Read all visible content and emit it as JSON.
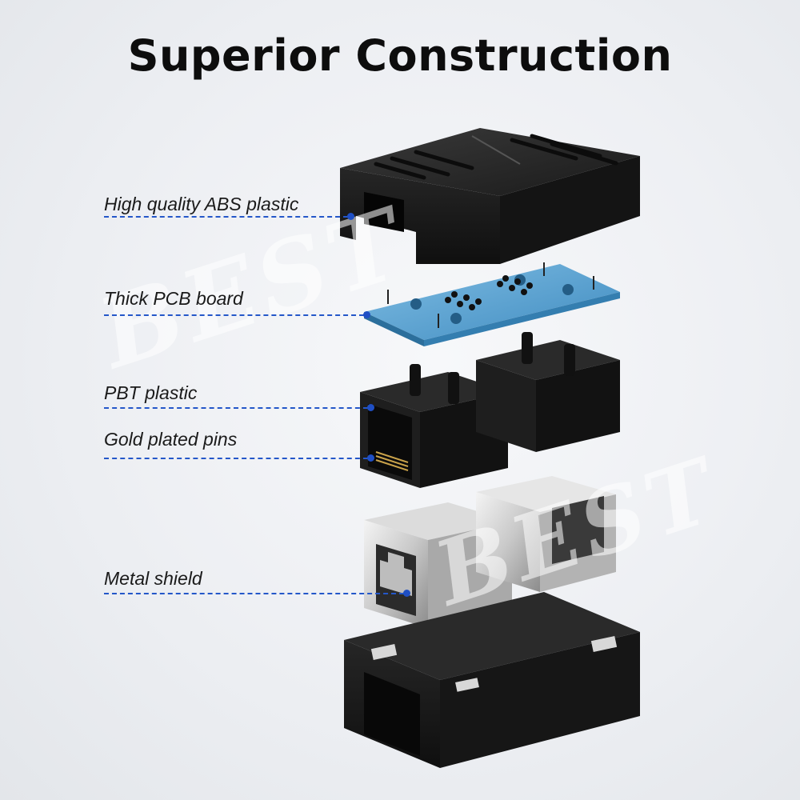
{
  "title": "Superior Construction",
  "callouts": [
    {
      "id": "abs",
      "text": "High quality ABS plastic"
    },
    {
      "id": "pcb",
      "text": "Thick PCB board"
    },
    {
      "id": "pbt",
      "text": "PBT plastic"
    },
    {
      "id": "pins",
      "text": "Gold plated pins"
    },
    {
      "id": "shield",
      "text": "Metal shield"
    }
  ],
  "watermark": "BEST",
  "colors": {
    "leader": "#2457c9",
    "pcb": "#5aa6d6",
    "housing": "#1c1c1c"
  }
}
